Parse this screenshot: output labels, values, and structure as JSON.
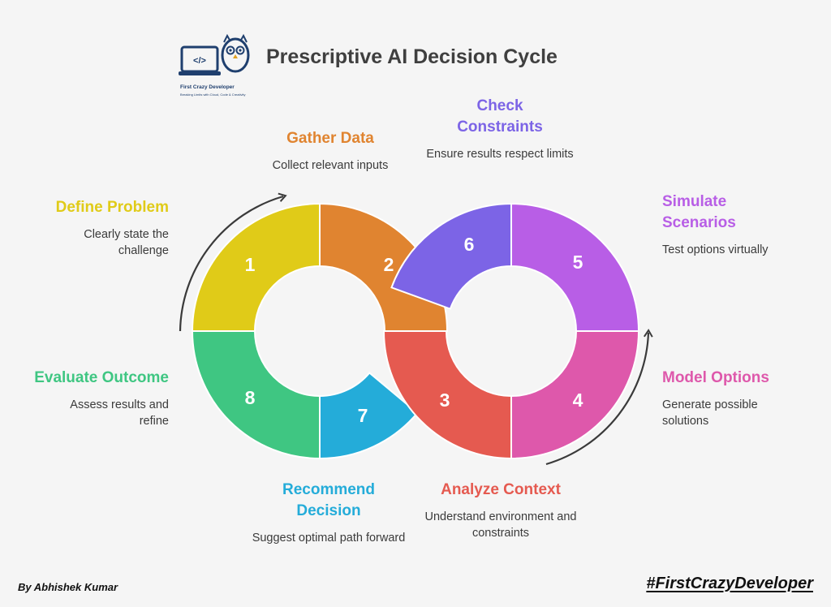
{
  "title": "Prescriptive AI Decision Cycle",
  "logo": {
    "name": "First Crazy Developer",
    "tagline": "Breaking Limits with Cloud, Code & Creativity",
    "icon": "owl-laptop-code-icon",
    "color": "#1f3f6e"
  },
  "steps": [
    {
      "number": "1",
      "title": "Define Problem",
      "description": "Clearly state the challenge",
      "color": "#e0cb18"
    },
    {
      "number": "2",
      "title": "Gather Data",
      "description": "Collect relevant inputs",
      "color": "#e08430"
    },
    {
      "number": "3",
      "title": "Analyze Context",
      "description": "Understand environment and constraints",
      "color": "#e55a50"
    },
    {
      "number": "4",
      "title": "Model Options",
      "description": "Generate possible solutions",
      "color": "#de58ab"
    },
    {
      "number": "5",
      "title": "Simulate Scenarios",
      "description": "Test options virtually",
      "color": "#b85ee6"
    },
    {
      "number": "6",
      "title": "Check Constraints",
      "description": "Ensure results respect limits",
      "color": "#7c64e6"
    },
    {
      "number": "7",
      "title": "Recommend Decision",
      "description": "Suggest optimal path forward",
      "color": "#24acd9"
    },
    {
      "number": "8",
      "title": "Evaluate Outcome",
      "description": "Assess results and refine",
      "color": "#3fc682"
    }
  ],
  "footer": {
    "author": "By Abhishek Kumar",
    "hashtag": "#FirstCrazyDeveloper"
  }
}
